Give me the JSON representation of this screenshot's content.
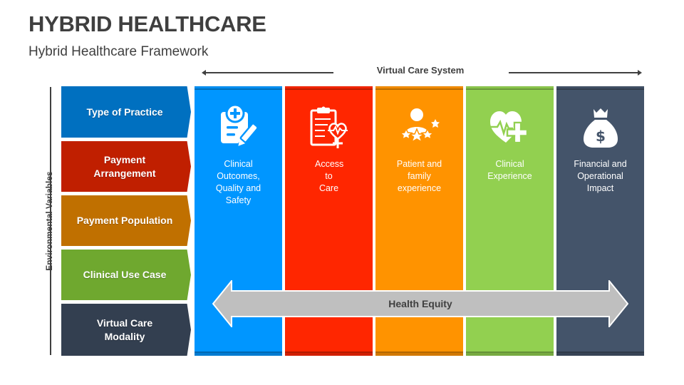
{
  "header": {
    "title": "HYBRID HEALTHCARE",
    "subtitle": "Hybrid Healthcare Framework"
  },
  "virtual_care_system": {
    "label": "Virtual Care System"
  },
  "environmental_variables": {
    "label": "Environmental Variables",
    "items": [
      {
        "label": "Type of Practice",
        "color": "#0070c0"
      },
      {
        "label": "Payment Arrangement",
        "color": "#c01f00"
      },
      {
        "label": "Payment Population",
        "color": "#c07000"
      },
      {
        "label": "Clinical Use Case",
        "color": "#6fa82f"
      },
      {
        "label": "Virtual Care Modality",
        "color": "#333f50"
      }
    ]
  },
  "columns": [
    {
      "label": "Clinical Outcomes, Quality and Safety",
      "icon": "clipboard-pencil-plus-icon",
      "color": "#0096ff"
    },
    {
      "label": "Access to Care",
      "icon": "clipboard-heart-icon",
      "color": "#ff2600"
    },
    {
      "label": "Patient and family experience",
      "icon": "person-stars-icon",
      "color": "#ff9300"
    },
    {
      "label": "Clinical Experience",
      "icon": "heart-pulse-plus-icon",
      "color": "#92d050"
    },
    {
      "label": "Financial and Operational Impact",
      "icon": "money-bag-icon",
      "color": "#44546a"
    }
  ],
  "health_equity": {
    "label": "Health Equity",
    "color": "#bfbfbf"
  }
}
